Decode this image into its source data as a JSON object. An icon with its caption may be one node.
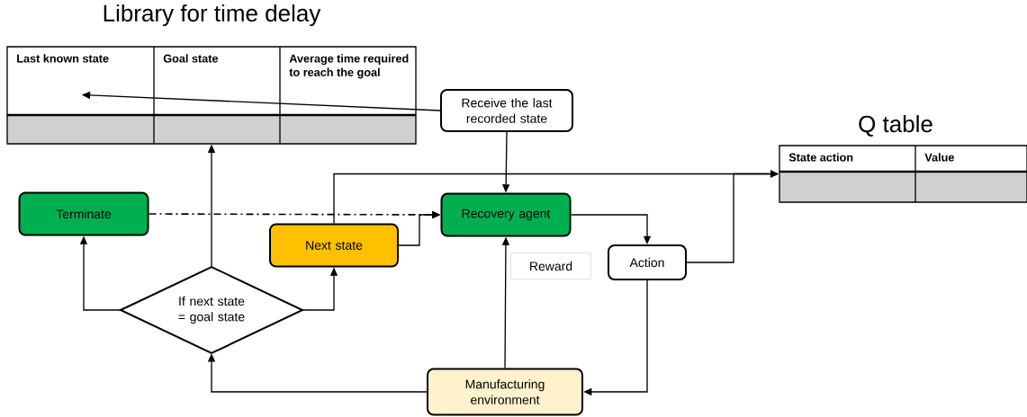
{
  "diagram": {
    "nodes": [
      {
        "text": [
          "Library for time delay"
        ]
      },
      {
        "text": [
          "Last known state"
        ],
        "in": 0
      },
      {
        "text": [
          "Goal state"
        ],
        "in": 0
      },
      {
        "text": [
          "Average time required to reach the goal"
        ],
        "in": 0
      },
      {
        "text": [
          "Receive the last recorded state"
        ]
      },
      {
        "text": [
          "Q table"
        ]
      },
      {
        "text": [
          "State action"
        ],
        "in": 5
      },
      {
        "text": [
          "Value"
        ],
        "in": 5
      },
      {
        "text": [
          "Terminate"
        ]
      },
      {
        "text": [
          "Recovery agent"
        ]
      },
      {
        "text": [
          "Next state"
        ]
      },
      {
        "text": [
          "Action"
        ]
      },
      {
        "text": [
          "Reward"
        ]
      },
      {
        "text": [
          "If next state = goal state"
        ]
      },
      {
        "text": [
          "Manufacturing environment"
        ]
      }
    ],
    "edges": [
      {
        "from": 4,
        "to": 1,
        "arrow": "to"
      },
      {
        "from": 4,
        "to": 9,
        "arrow": "to"
      },
      {
        "from": 13,
        "to": 0,
        "arrow": "to"
      },
      {
        "from": 9,
        "to": 11,
        "arrow": "to"
      },
      {
        "from": 11,
        "to": 14,
        "arrow": "to"
      },
      {
        "from": 14,
        "to": 9,
        "arrow": "to"
      },
      {
        "from": 14,
        "to": 13,
        "arrow": "to"
      },
      {
        "from": 13,
        "to": 8,
        "arrow": "to"
      },
      {
        "from": 13,
        "to": 10,
        "arrow": "to"
      },
      {
        "from": 10,
        "to": 9,
        "arrow": "to"
      },
      {
        "from": 8,
        "to": 9,
        "arrow": "to",
        "style": "dashed"
      },
      {
        "from": 10,
        "to": 5,
        "arrow": "to"
      },
      {
        "from": 11,
        "to": 5,
        "arrow": "to"
      }
    ]
  }
}
